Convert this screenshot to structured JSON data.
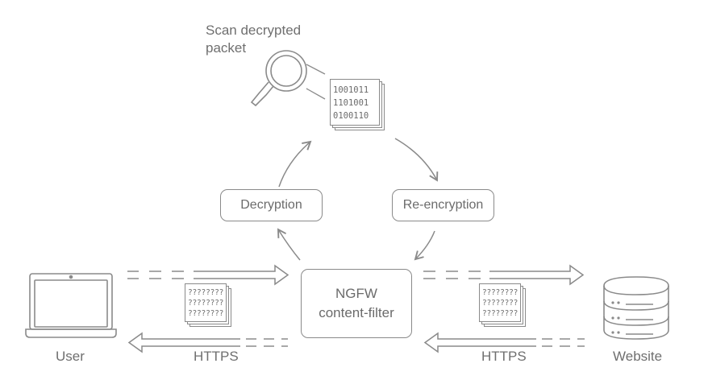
{
  "scan": {
    "line1": "Scan decrypted",
    "line2": "packet"
  },
  "binary": [
    "1001011",
    "1101001",
    "0100110"
  ],
  "steps": {
    "decryption": "Decryption",
    "reencryption": "Re-encryption"
  },
  "ngfw": {
    "line1": "NGFW",
    "line2": "content-filter"
  },
  "encrypted_lines": [
    "????????",
    "????????",
    "????????"
  ],
  "endpoints": {
    "user": "User",
    "website": "Website"
  },
  "protocol": {
    "left": "HTTPS",
    "right": "HTTPS"
  },
  "colors": {
    "stroke": "#8a8a8a",
    "text": "#6b6b6b",
    "background": "#ffffff"
  },
  "icons": [
    "magnifier-icon",
    "laptop-icon",
    "server-icon",
    "arrow-icon"
  ]
}
